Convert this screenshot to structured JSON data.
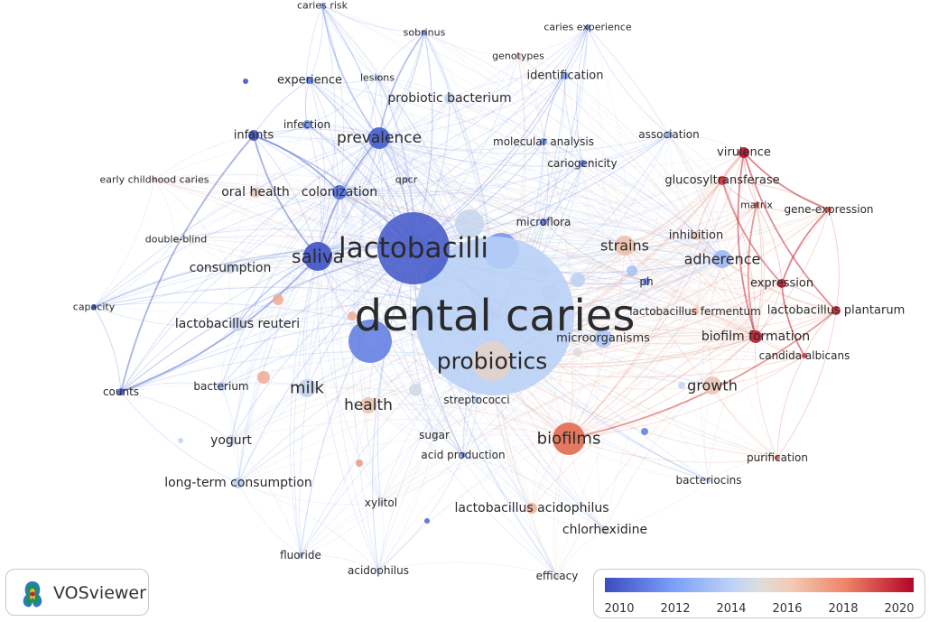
{
  "app": {
    "name": "VOSviewer"
  },
  "legend": {
    "ticks": [
      "2010",
      "2012",
      "2014",
      "2016",
      "2018",
      "2020"
    ],
    "colors": [
      "#3b4cc0",
      "#7b9ff9",
      "#c0d4f5",
      "#dddddd",
      "#f2cbb7",
      "#ee8468",
      "#b40426"
    ]
  },
  "terms": [
    {
      "id": "dental-caries",
      "label": "dental caries",
      "year": 2013.5
    },
    {
      "id": "lactobacilli",
      "label": "lactobacilli",
      "year": 2010.3
    },
    {
      "id": "probiotics",
      "label": "probiotics",
      "year": 2015.5
    },
    {
      "id": "saliva",
      "label": "saliva",
      "year": 2010.2
    },
    {
      "id": "biofilms",
      "label": "biofilms",
      "year": 2018.5
    },
    {
      "id": "milk",
      "label": "milk",
      "year": 2014
    },
    {
      "id": "health",
      "label": "health",
      "year": 2016.2
    },
    {
      "id": "prevalence",
      "label": "prevalence",
      "year": 2010.4
    },
    {
      "id": "strains",
      "label": "strains",
      "year": 2016.4
    },
    {
      "id": "adherence",
      "label": "adherence",
      "year": 2012.8
    },
    {
      "id": "growth",
      "label": "growth",
      "year": 2016
    },
    {
      "id": "colonization",
      "label": "colonization",
      "year": 2010.8
    },
    {
      "id": "oral-health",
      "label": "oral health",
      "year": 2015.8
    },
    {
      "id": "consumption",
      "label": "consumption",
      "year": 2014.2
    },
    {
      "id": "lactobacillus-reuteri",
      "label": "lactobacillus reuteri",
      "year": 2014
    },
    {
      "id": "biofilm-formation",
      "label": "biofilm formation",
      "year": 2020
    },
    {
      "id": "lactobacillus-plantarum",
      "label": "lactobacillus plantarum",
      "year": 2019.8
    },
    {
      "id": "lactobacillus-acidophilus",
      "label": "lactobacillus acidophilus",
      "year": 2016.8
    },
    {
      "id": "long-term-consumption",
      "label": "long-term consumption",
      "year": 2013.6
    },
    {
      "id": "yogurt",
      "label": "yogurt",
      "year": 2014.6
    },
    {
      "id": "chlorhexidine",
      "label": "chlorhexidine",
      "year": 2014.8
    },
    {
      "id": "microorganisms",
      "label": "microorganisms",
      "year": 2013.2
    },
    {
      "id": "expression",
      "label": "expression",
      "year": 2020
    },
    {
      "id": "virulence",
      "label": "virulence",
      "year": 2020.3
    },
    {
      "id": "glucosyltransferase",
      "label": "glucosyltransferase",
      "year": 2019.5
    },
    {
      "id": "inhibition",
      "label": "inhibition",
      "year": 2016
    },
    {
      "id": "probiotic-bacterium",
      "label": "probiotic bacterium",
      "year": 2014
    },
    {
      "id": "identification",
      "label": "identification",
      "year": 2012
    },
    {
      "id": "experience",
      "label": "experience",
      "year": 2011
    },
    {
      "id": "infants",
      "label": "infants",
      "year": 2010.2
    },
    {
      "id": "infection",
      "label": "infection",
      "year": 2011.5
    },
    {
      "id": "microflora",
      "label": "microflora",
      "year": 2011
    },
    {
      "id": "cariogenicity",
      "label": "cariogenicity",
      "year": 2011.6
    },
    {
      "id": "molecular-analysis",
      "label": "molecular analysis",
      "year": 2011.8
    },
    {
      "id": "association",
      "label": "association",
      "year": 2012.2
    },
    {
      "id": "matrix",
      "label": "matrix",
      "year": 2019
    },
    {
      "id": "gene-expression",
      "label": "gene-expression",
      "year": 2019.2
    },
    {
      "id": "ph",
      "label": "ph",
      "year": 2011.4
    },
    {
      "id": "lactobacillus-fermentum",
      "label": "lactobacillus fermentum",
      "year": 2016.6
    },
    {
      "id": "candida-albicans",
      "label": "candida albicans",
      "year": 2019.4
    },
    {
      "id": "purification",
      "label": "purification",
      "year": 2018.6
    },
    {
      "id": "bacteriocins",
      "label": "bacteriocins",
      "year": 2013.6
    },
    {
      "id": "efficacy",
      "label": "efficacy",
      "year": 2014.8
    },
    {
      "id": "acidophilus",
      "label": "acidophilus",
      "year": 2013.5
    },
    {
      "id": "fluoride",
      "label": "fluoride",
      "year": 2012.8
    },
    {
      "id": "xylitol",
      "label": "xylitol",
      "year": 2014.5
    },
    {
      "id": "acid-production",
      "label": "acid production",
      "year": 2011.2
    },
    {
      "id": "sugar",
      "label": "sugar",
      "year": 2014.3
    },
    {
      "id": "streptococci",
      "label": "streptococci",
      "year": 2013.2
    },
    {
      "id": "bacterium",
      "label": "bacterium",
      "year": 2013.2
    },
    {
      "id": "counts",
      "label": "counts",
      "year": 2010.3
    },
    {
      "id": "capacity",
      "label": "capacity",
      "year": 2010.2
    },
    {
      "id": "double-blind",
      "label": "double-blind",
      "year": 2015.6
    },
    {
      "id": "early-childhood-caries",
      "label": "early childhood caries",
      "year": 2016.6
    },
    {
      "id": "caries-risk",
      "label": "caries risk",
      "year": 2012.5
    },
    {
      "id": "sobrinus",
      "label": "sobrinus",
      "year": 2011.2
    },
    {
      "id": "genotypes",
      "label": "genotypes",
      "year": 2016.2
    },
    {
      "id": "caries-experience",
      "label": "caries experience",
      "year": 2011
    },
    {
      "id": "lesions",
      "label": "lesions",
      "year": 2012.5
    },
    {
      "id": "qpcr",
      "label": "qpcr",
      "year": 2012.6
    }
  ]
}
